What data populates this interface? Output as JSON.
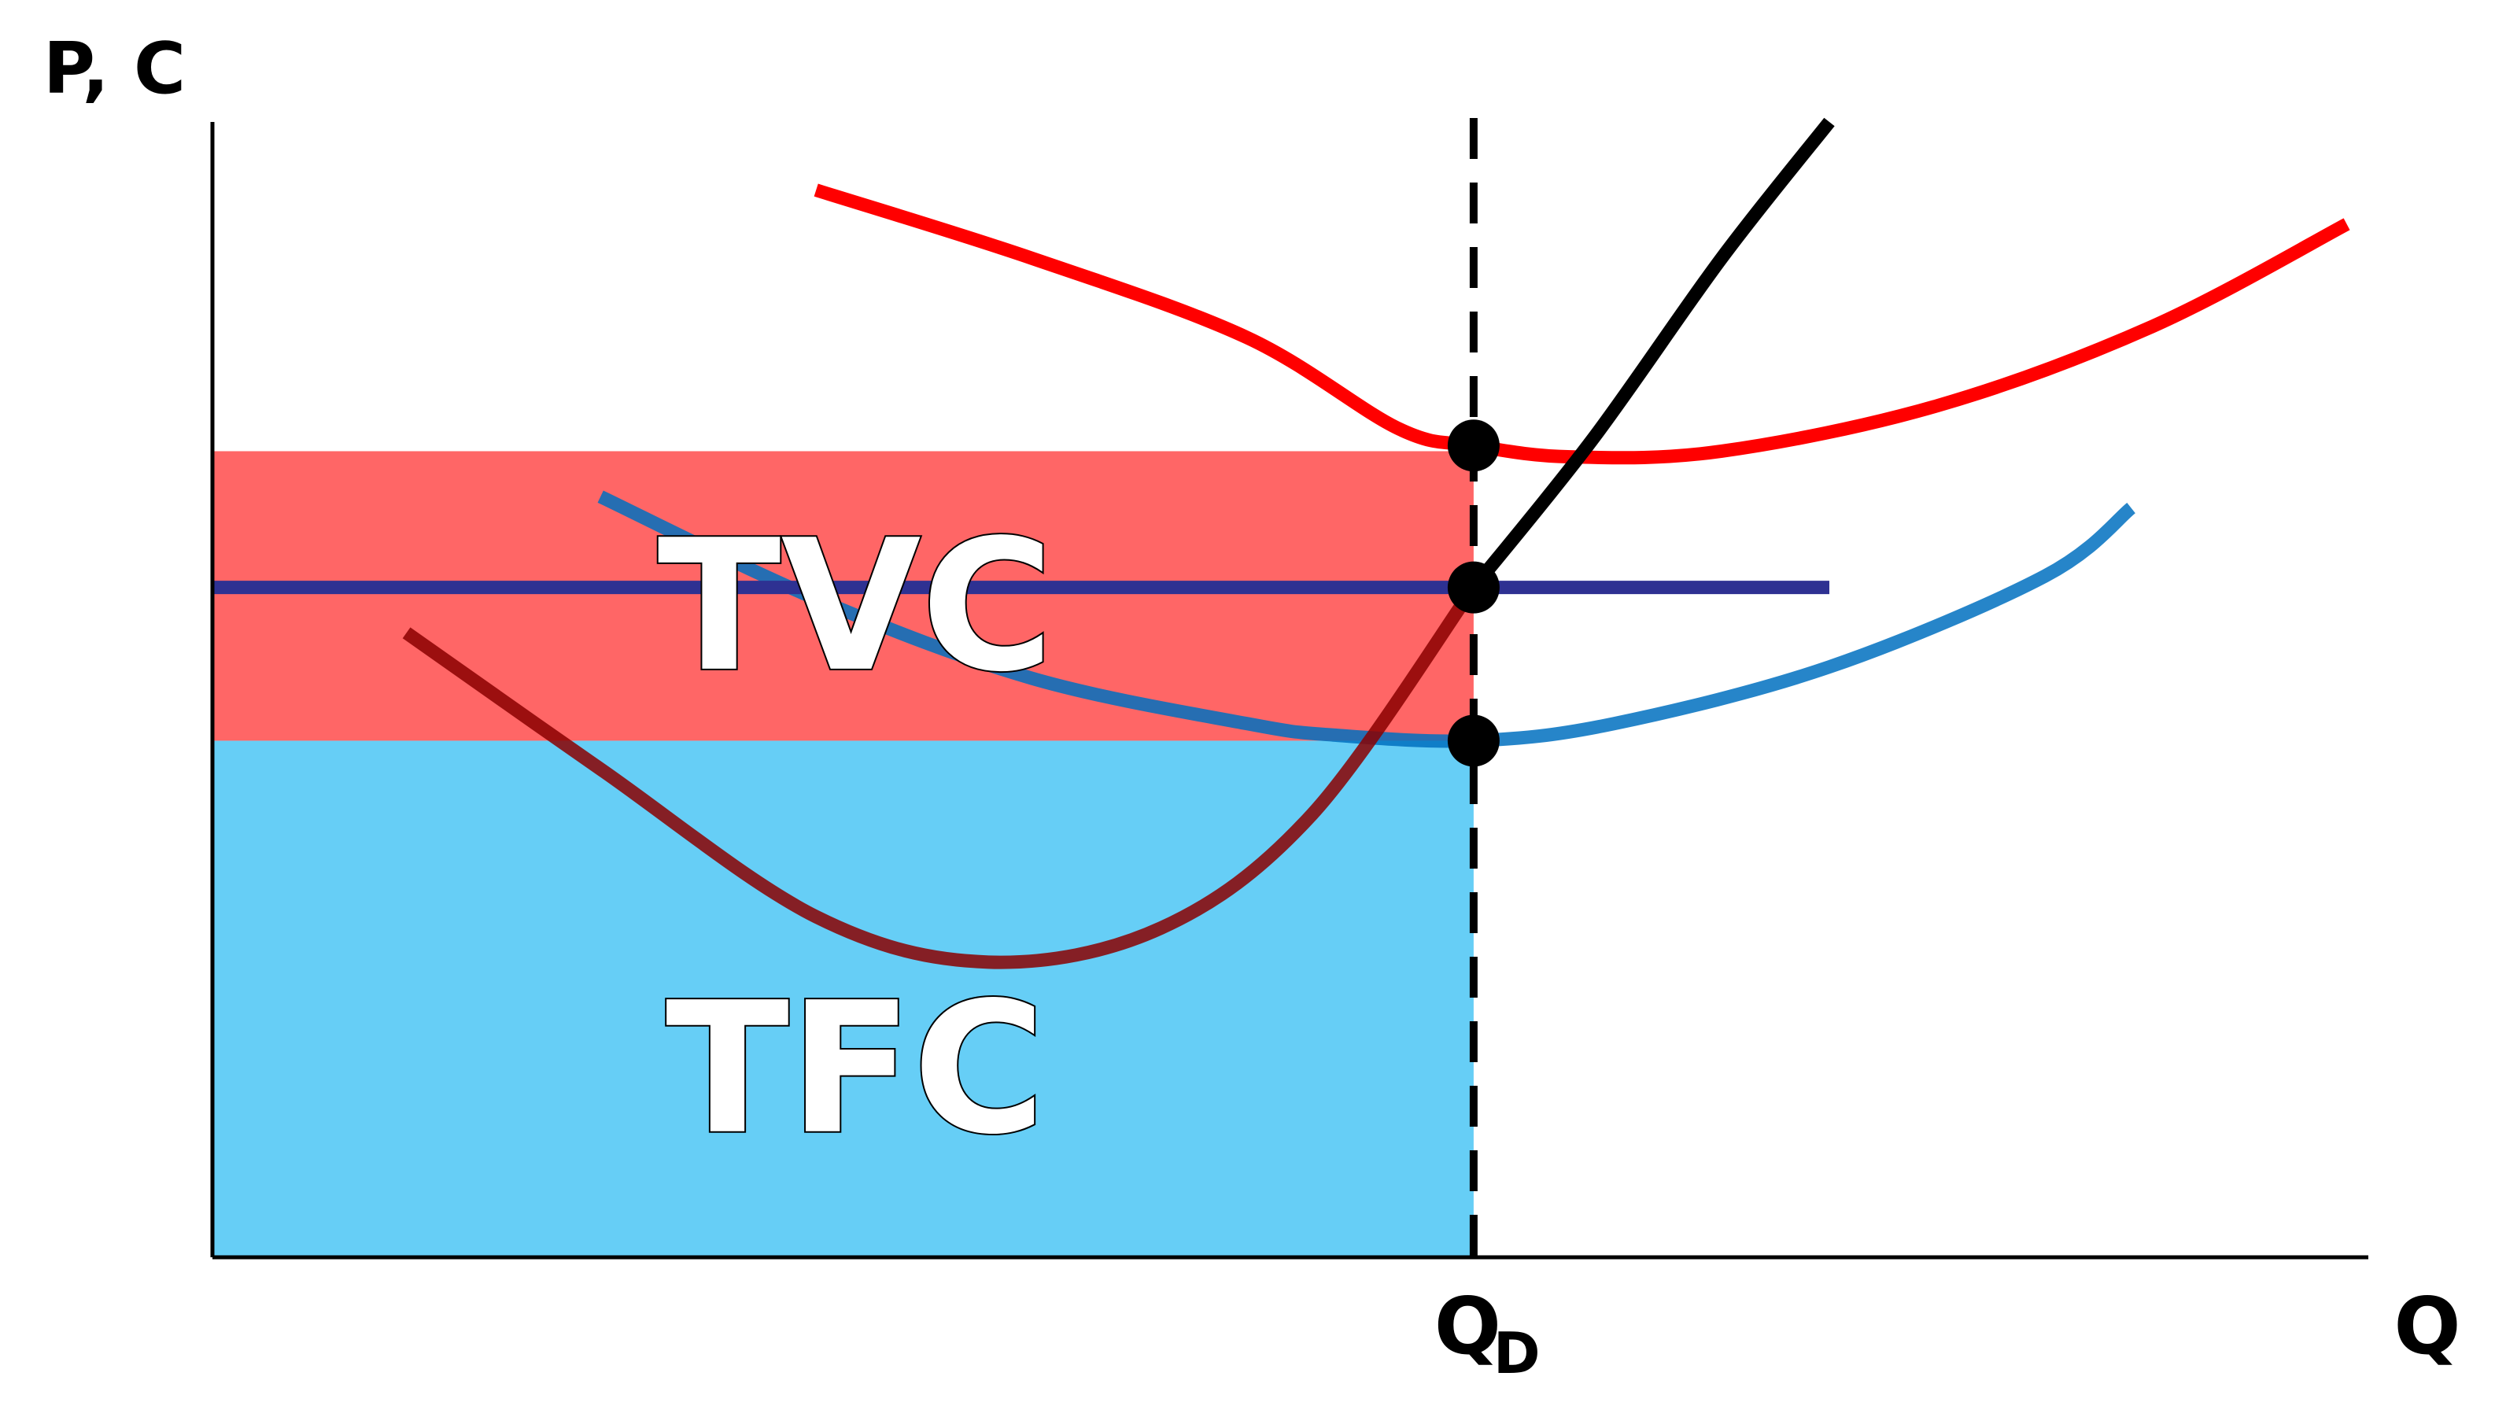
{
  "chart_data": {
    "type": "line",
    "title": "",
    "ylabel": "P, C",
    "xlabel": "Q",
    "xlim": [
      0,
      10
    ],
    "ylim": [
      0,
      10
    ],
    "grid": false,
    "legend": "none",
    "x_ticks": [
      {
        "x": 5.85,
        "label": "Q",
        "sub": "D"
      }
    ],
    "shaded_areas": [
      {
        "name": "TFC",
        "color": "#66CEF6",
        "x": [
          0,
          5.85
        ],
        "y": [
          0,
          4.55
        ]
      },
      {
        "name": "TVC",
        "color": "#FF6666",
        "x": [
          0,
          5.85
        ],
        "y": [
          4.55,
          7.1
        ]
      }
    ],
    "series": [
      {
        "color": "#FF0000",
        "x": [
          2.8,
          3.8,
          4.8,
          5.5,
          5.85,
          6.3,
          7.0,
          8.0,
          9.0,
          9.9
        ],
        "values": [
          9.4,
          8.8,
          8.1,
          7.3,
          7.15,
          7.05,
          7.1,
          7.5,
          8.2,
          9.1
        ]
      },
      {
        "color": "#0070C0",
        "x": [
          1.8,
          2.8,
          3.8,
          4.8,
          5.2,
          5.85,
          6.5,
          7.5,
          8.5,
          8.9
        ],
        "values": [
          6.7,
          5.8,
          5.1,
          4.7,
          4.6,
          4.55,
          4.7,
          5.2,
          6.0,
          6.6
        ]
      },
      {
        "color": "#8B0000",
        "x": [
          0.9,
          1.8,
          2.8,
          3.6,
          4.4,
          5.1,
          5.85
        ],
        "values": [
          5.5,
          4.3,
          3.0,
          2.6,
          2.9,
          3.9,
          5.9
        ]
      },
      {
        "color": "#000000",
        "x": [
          5.85,
          6.4,
          7.0,
          7.5
        ],
        "values": [
          5.9,
          7.2,
          8.8,
          10.0
        ]
      },
      {
        "color": "#2E3192",
        "x": [
          0,
          7.5
        ],
        "values": [
          5.9,
          5.9
        ]
      }
    ],
    "vertical_line": {
      "x": 5.85,
      "style": "dashed",
      "color": "#000000"
    },
    "points": [
      {
        "x": 5.85,
        "y": 7.15
      },
      {
        "x": 5.85,
        "y": 5.9
      },
      {
        "x": 5.85,
        "y": 4.55
      }
    ]
  }
}
